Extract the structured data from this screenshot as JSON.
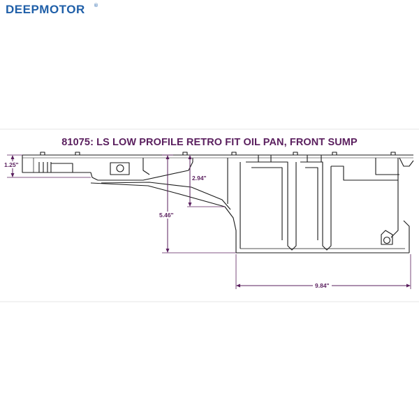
{
  "brand": {
    "name": "DEEPMOTOR",
    "mark": "®"
  },
  "title": "81075: LS LOW PROFILE RETRO FIT OIL PAN, FRONT SUMP",
  "dimensions": {
    "flange_height": "1.25\"",
    "front_step_depth": "2.94\"",
    "sump_depth": "5.46\"",
    "sump_length": "9.84\""
  },
  "colors": {
    "brand": "#1f5fa8",
    "dimension": "#5a1f5e",
    "line": "#1a1a1a"
  }
}
